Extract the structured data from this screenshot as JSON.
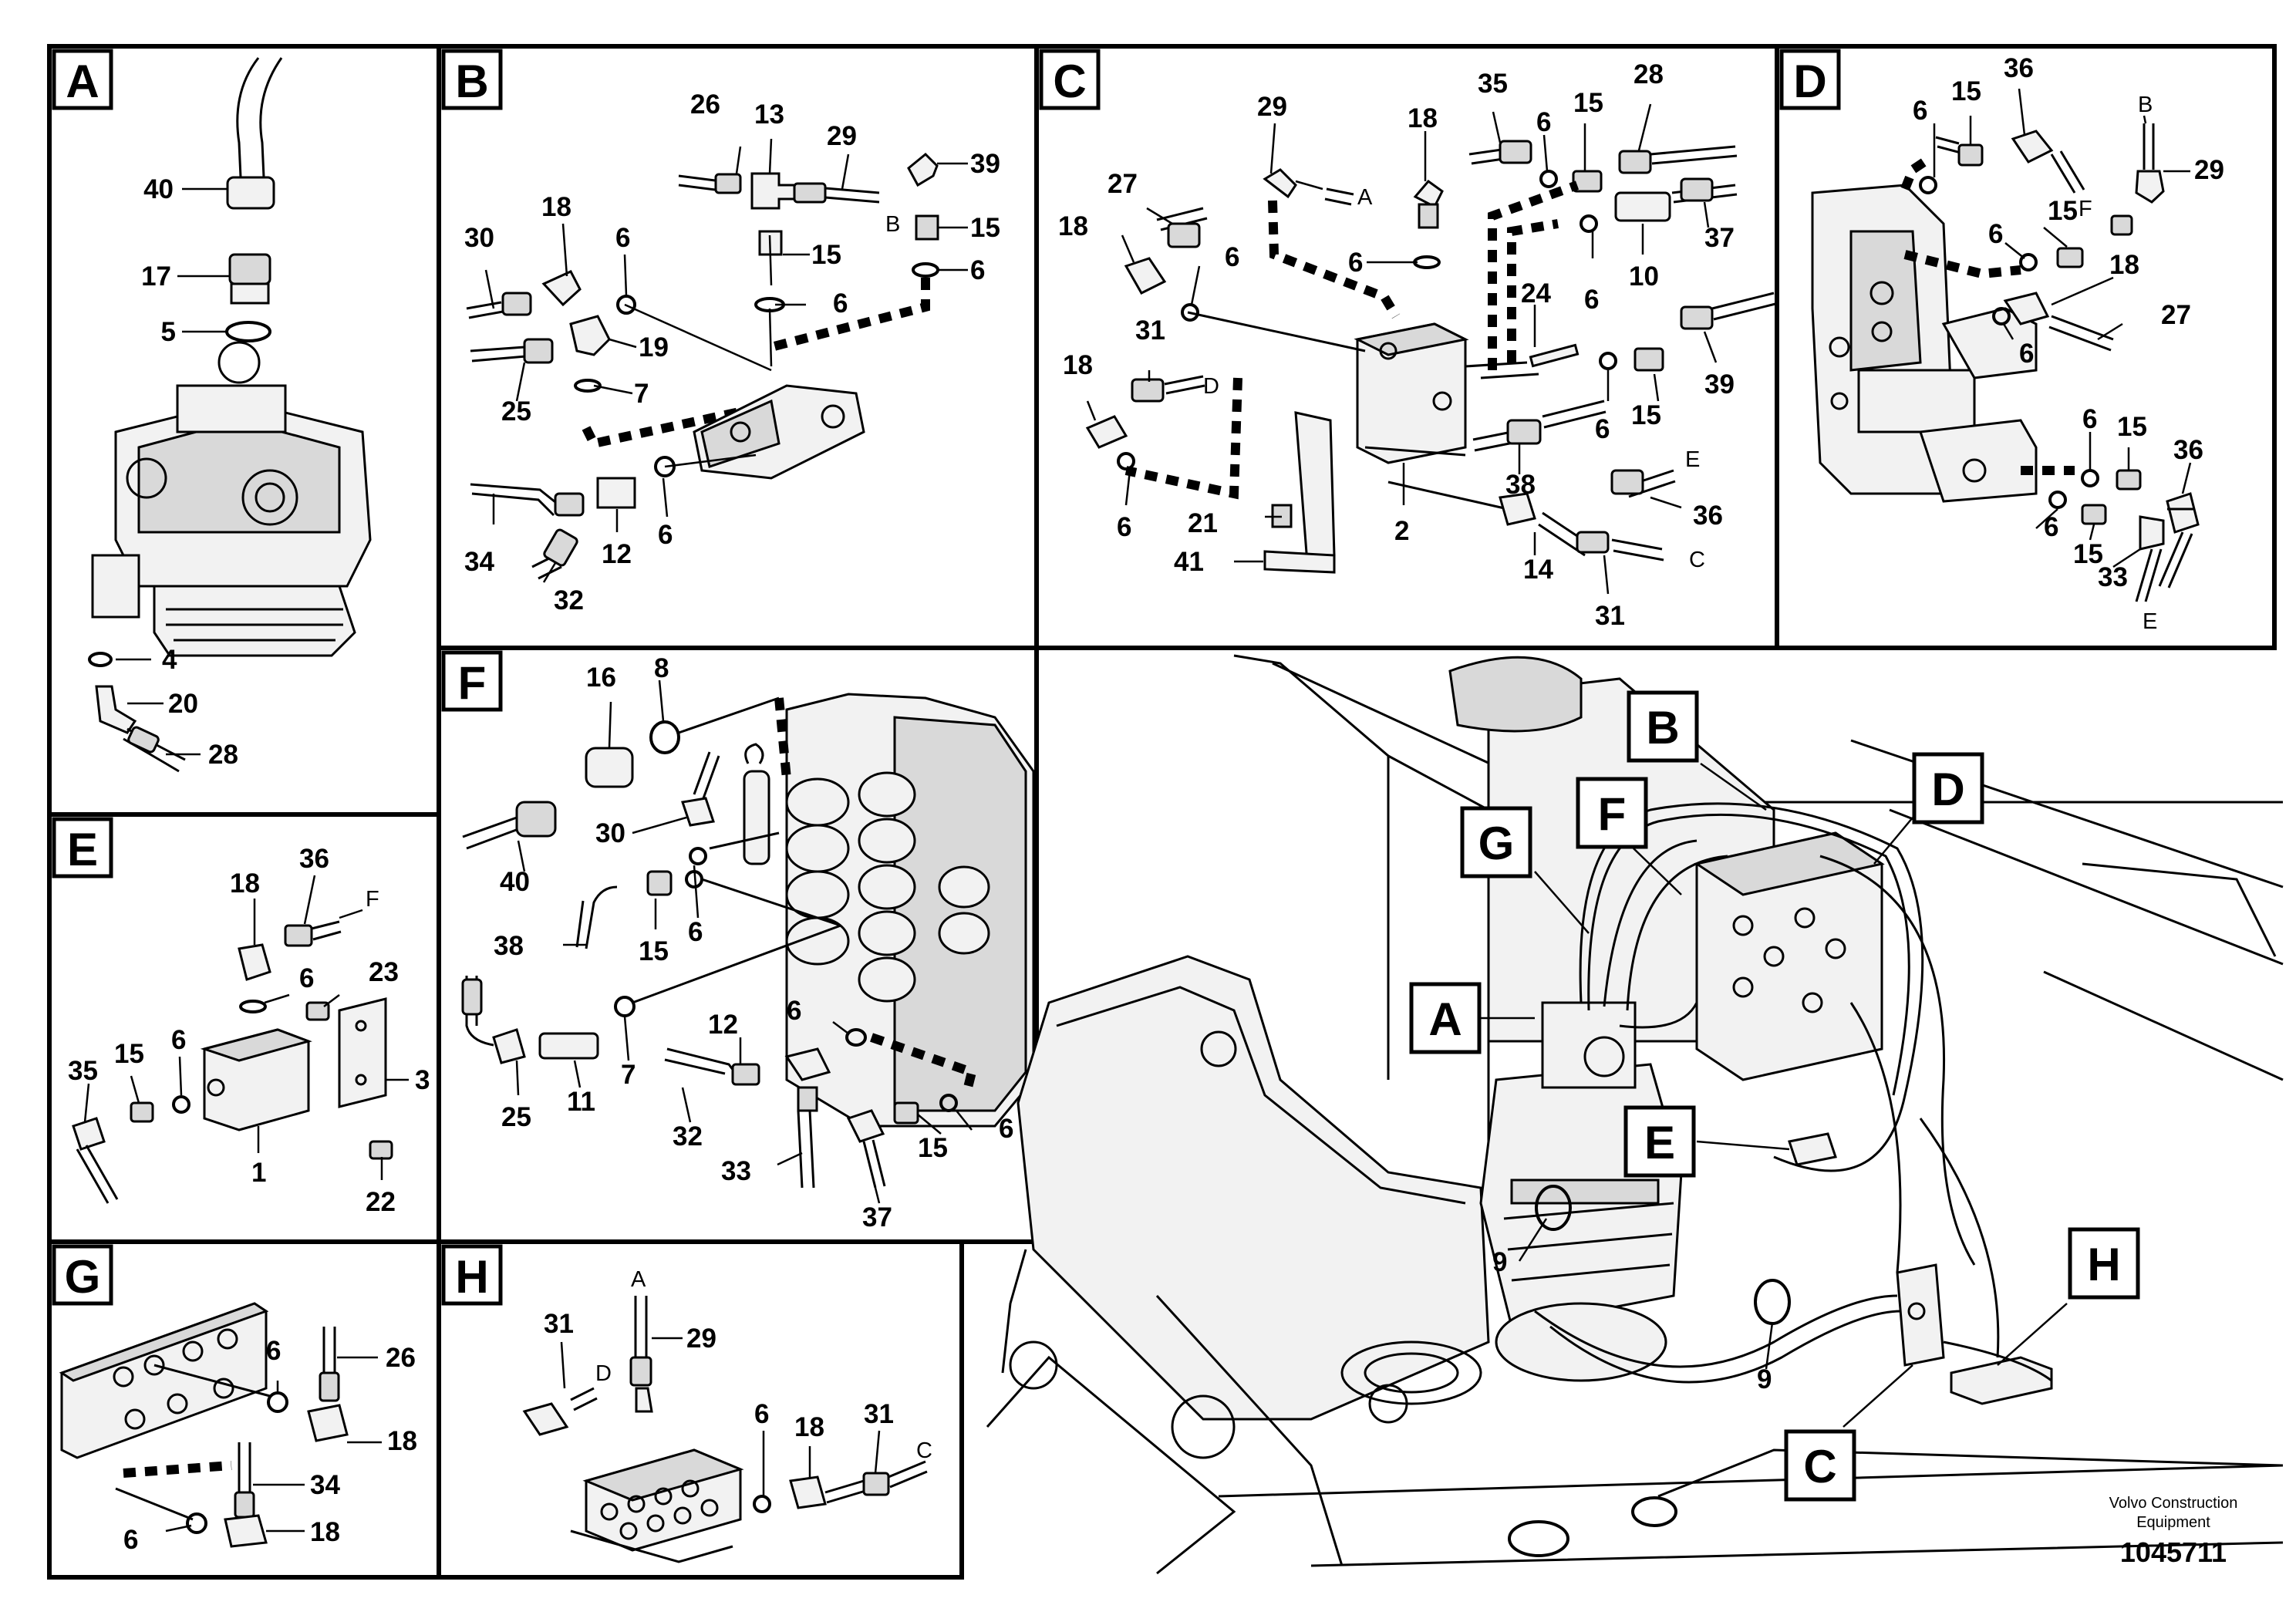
{
  "panels": {
    "A": {
      "label": "A",
      "callouts": [
        "40",
        "17",
        "5",
        "4",
        "20",
        "28"
      ]
    },
    "B": {
      "label": "B",
      "callouts": [
        "26",
        "13",
        "29",
        "39",
        "15",
        "30",
        "18",
        "6",
        "15",
        "6",
        "19",
        "7",
        "6",
        "25",
        "34",
        "12",
        "6",
        "32"
      ],
      "ends": [
        "B"
      ]
    },
    "C": {
      "label": "C",
      "callouts": [
        "29",
        "18",
        "35",
        "28",
        "6",
        "15",
        "27",
        "18",
        "6",
        "6",
        "10",
        "37",
        "24",
        "6",
        "31",
        "18",
        "15",
        "39",
        "6",
        "21",
        "38",
        "41",
        "2",
        "36",
        "6",
        "14",
        "31"
      ],
      "ends": [
        "A",
        "D",
        "E",
        "C"
      ]
    },
    "D": {
      "label": "D",
      "callouts": [
        "6",
        "15",
        "36",
        "29",
        "15",
        "6",
        "18",
        "27",
        "6",
        "6",
        "15",
        "36",
        "6",
        "15",
        "33"
      ],
      "ends": [
        "B",
        "F",
        "E"
      ]
    },
    "E": {
      "label": "E",
      "callouts": [
        "36",
        "18",
        "6",
        "23",
        "35",
        "15",
        "6",
        "3",
        "1",
        "22"
      ],
      "ends": [
        "F"
      ]
    },
    "F": {
      "label": "F",
      "callouts": [
        "16",
        "8",
        "40",
        "30",
        "38",
        "15",
        "6",
        "25",
        "11",
        "7",
        "12",
        "6",
        "32",
        "33",
        "15",
        "6",
        "37"
      ]
    },
    "G": {
      "label": "G",
      "callouts": [
        "6",
        "26",
        "18",
        "34",
        "6",
        "18"
      ]
    },
    "H": {
      "label": "H",
      "callouts": [
        "29",
        "31",
        "6",
        "18",
        "31"
      ],
      "ends": [
        "A",
        "D",
        "C"
      ]
    },
    "overview": {
      "labels": [
        "B",
        "D",
        "G",
        "F",
        "A",
        "E",
        "H",
        "C"
      ],
      "callouts": [
        "9",
        "9"
      ]
    }
  },
  "footer": {
    "line1": "Volvo Construction",
    "line2": "Equipment",
    "drawing_number": "1045711"
  }
}
